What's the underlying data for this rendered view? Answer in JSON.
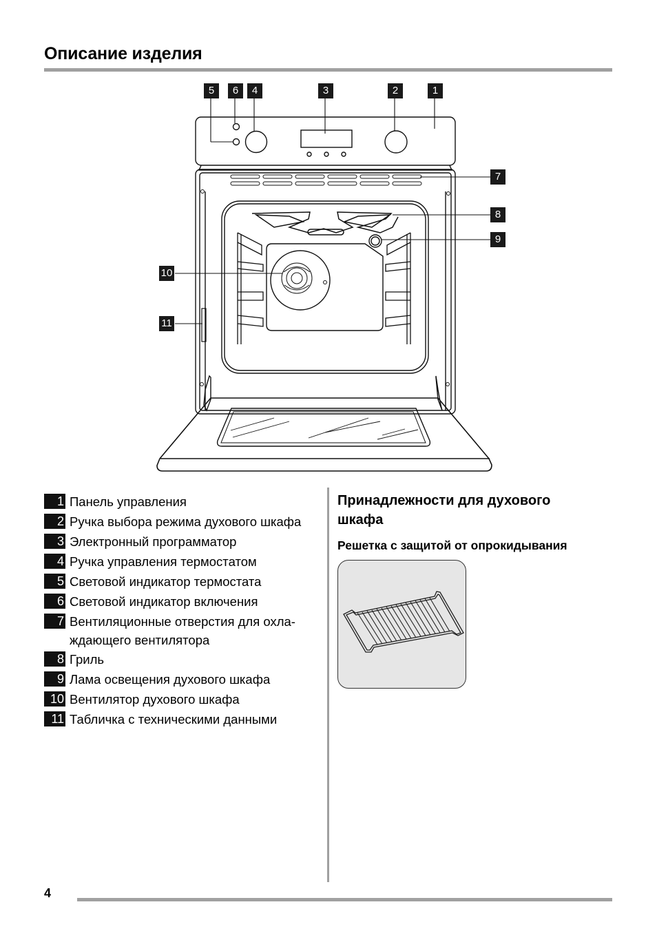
{
  "page": {
    "title": "Описание изделия",
    "page_number": "4"
  },
  "figure": {
    "callouts": [
      "1",
      "2",
      "3",
      "4",
      "5",
      "6",
      "7",
      "8",
      "9",
      "10",
      "11"
    ]
  },
  "legend": {
    "items": [
      {
        "num": "1",
        "text": "Панель управления"
      },
      {
        "num": "2",
        "text": "Ручка выбора режима духового шкафа"
      },
      {
        "num": "3",
        "text": "Электронный программатор"
      },
      {
        "num": "4",
        "text": "Ручка управления термостатом"
      },
      {
        "num": "5",
        "text": "Световой индикатор термостата"
      },
      {
        "num": "6",
        "text": "Световой индикатор включения"
      },
      {
        "num": "7",
        "text": "Вентиляционные отверстия для охла-ждающего вентилятора"
      },
      {
        "num": "8",
        "text": "Гриль"
      },
      {
        "num": "9",
        "text": "Лама освещения духового шкафа"
      },
      {
        "num": "10",
        "text": "Вентилятор духового шкафа"
      },
      {
        "num": "11",
        "text": "Табличка с техническими данными"
      }
    ]
  },
  "accessories": {
    "title": "Принадлежности для духового шкафа",
    "subtitle": "Решетка с защитой от опрокидывания",
    "image_label": "wire-shelf"
  }
}
